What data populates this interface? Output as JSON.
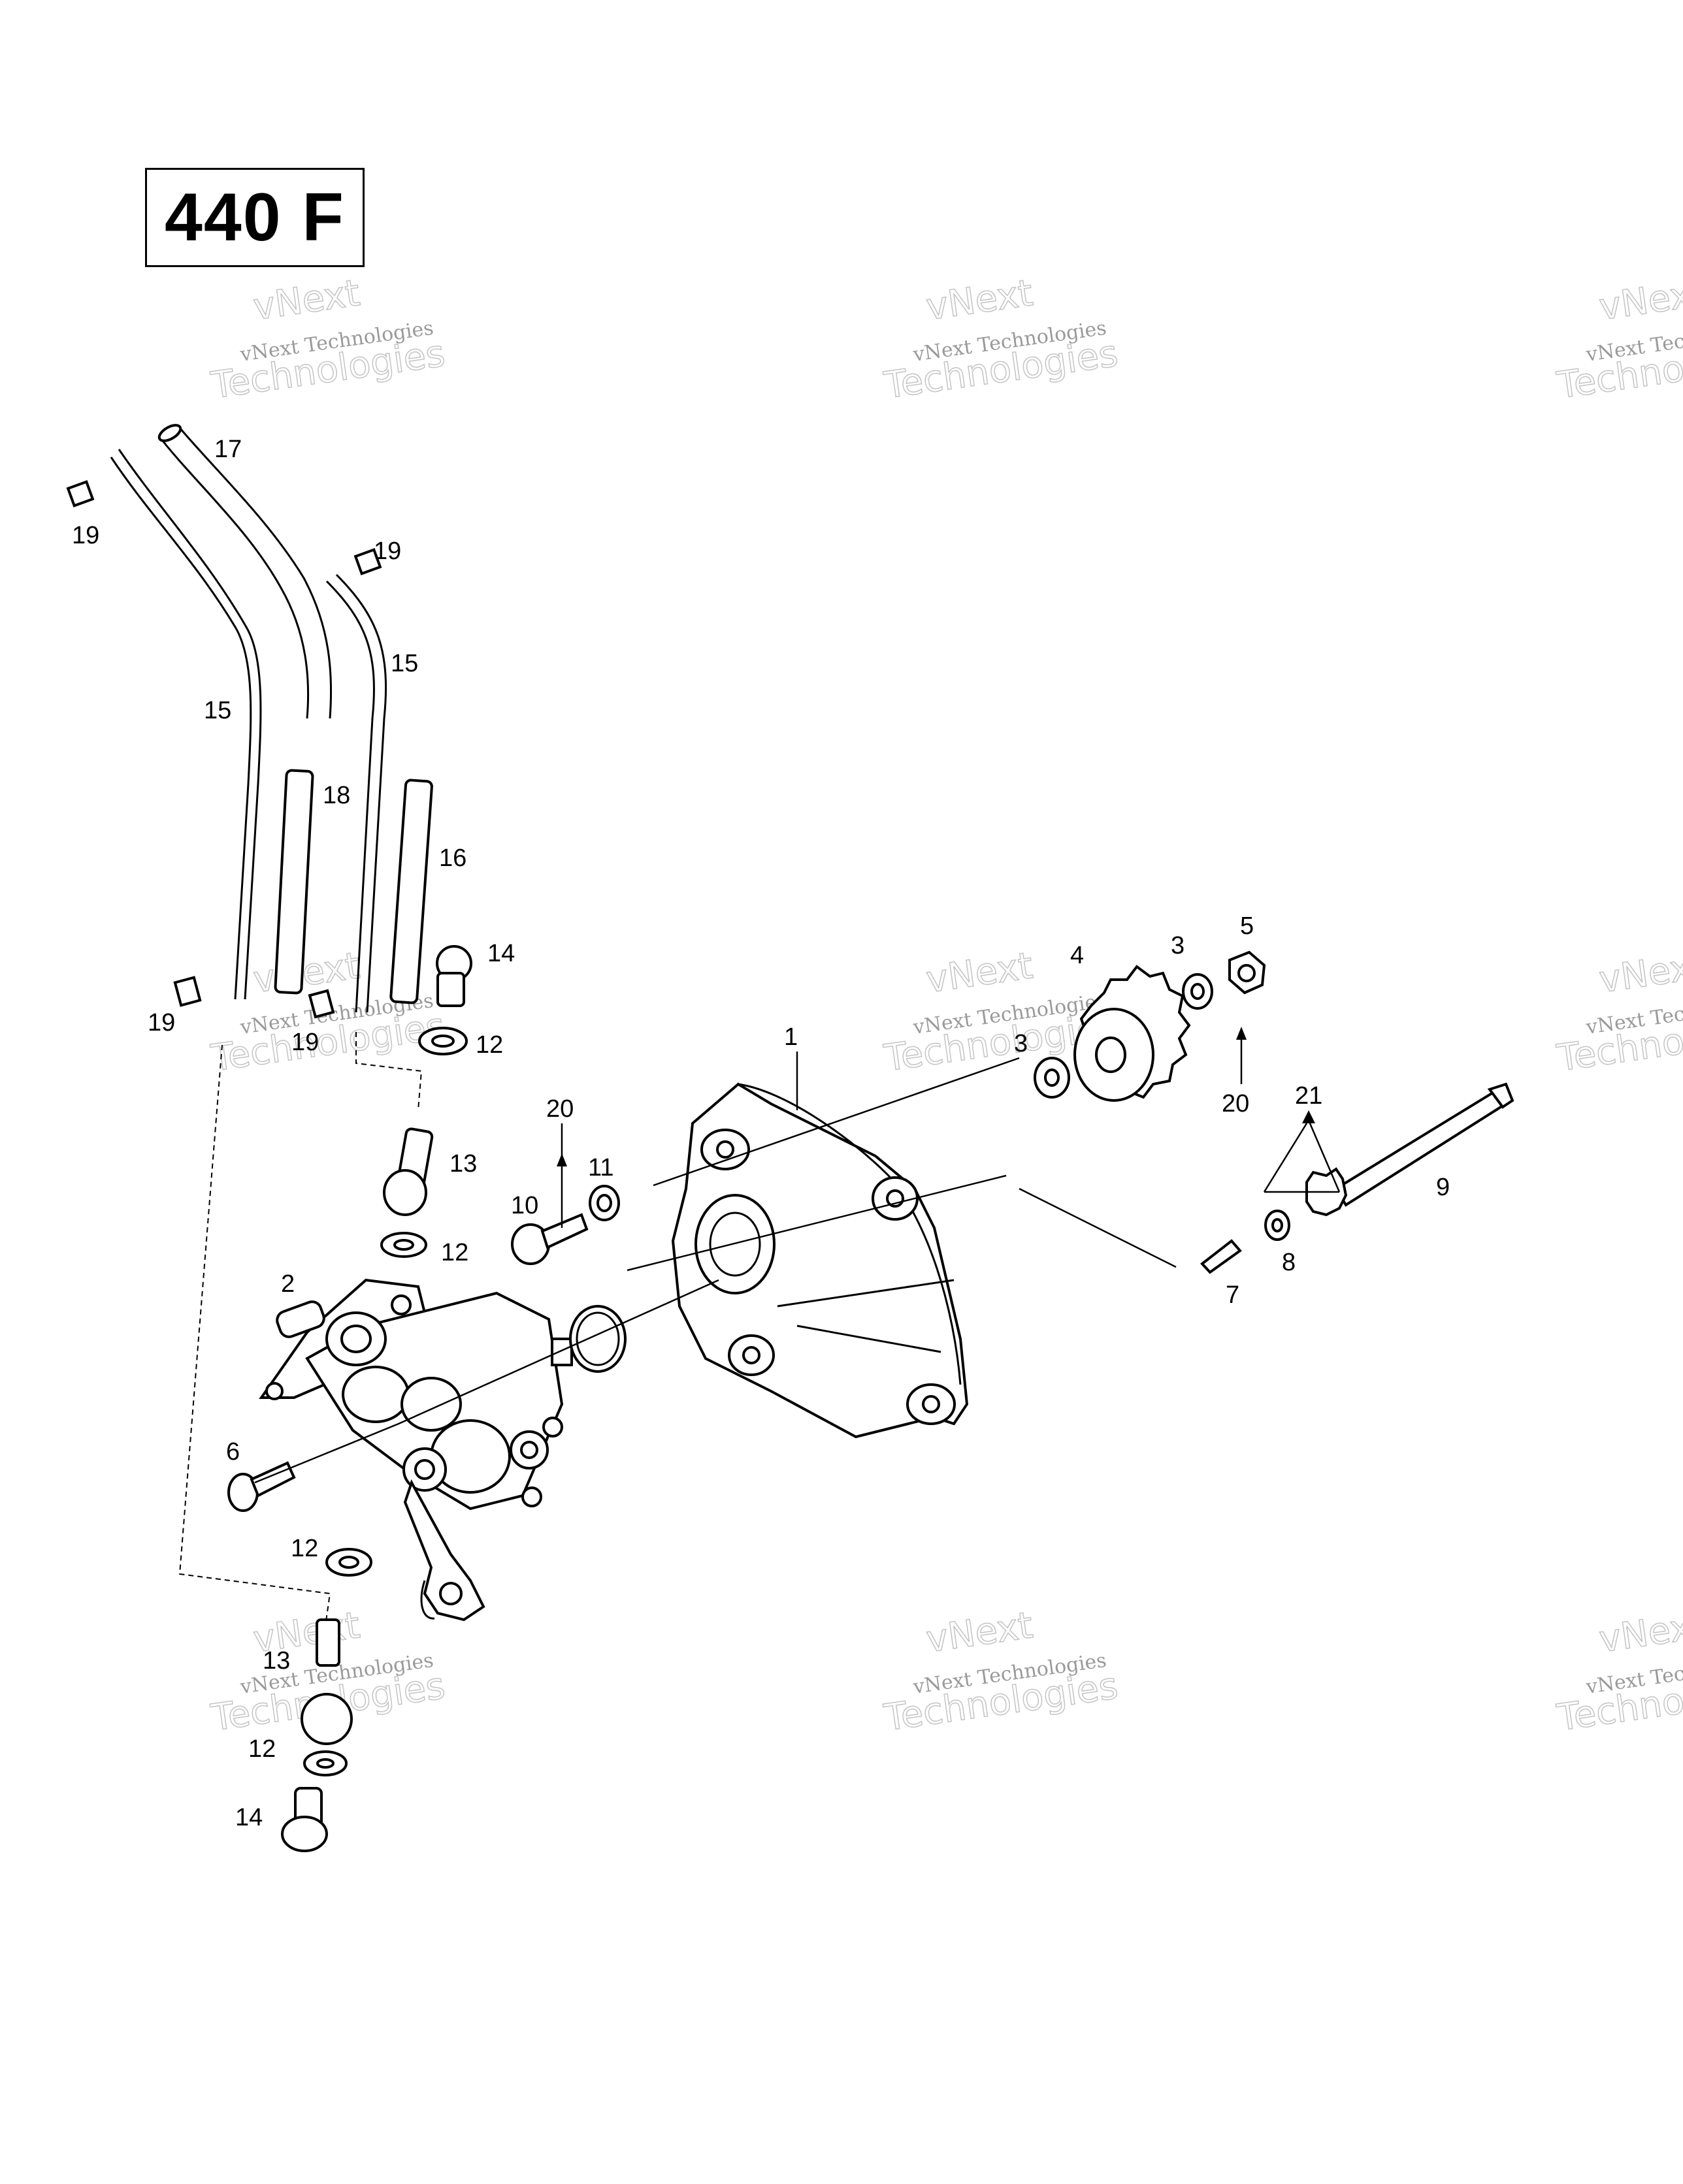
{
  "model_label": "440 F",
  "watermark": {
    "line1": "vNext Technologies",
    "line2": "vNext",
    "line3": "Technologies"
  },
  "callouts": [
    "1",
    "2",
    "3",
    "3",
    "4",
    "5",
    "6",
    "7",
    "8",
    "9",
    "10",
    "11",
    "12",
    "12",
    "12",
    "12",
    "13",
    "13",
    "14",
    "14",
    "15",
    "15",
    "16",
    "17",
    "18",
    "19",
    "19",
    "19",
    "19",
    "20",
    "20",
    "21"
  ],
  "colors": {
    "line": "#000000",
    "background": "#ffffff",
    "watermark": "#9a9a9a"
  }
}
